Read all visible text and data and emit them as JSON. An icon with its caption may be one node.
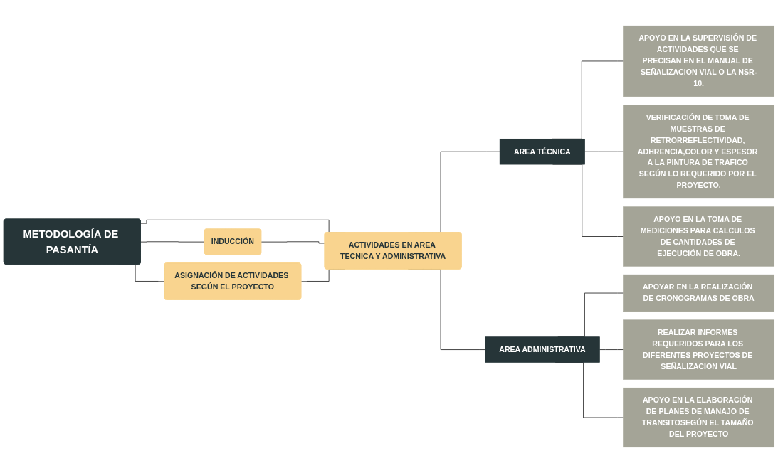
{
  "diagram": {
    "nodes": [
      {
        "text": [
          "METODOLOGÍA DE PASANTÍA"
        ]
      },
      {
        "text": [
          "INDUCCIÓN"
        ]
      },
      {
        "text": [
          "ACTIVIDADES EN AREA TECNICA Y ADMINISTRATIVA"
        ]
      },
      {
        "text": [
          "ASIGNACIÓN DE ACTIVIDADES SEGÚN EL PROYECTO"
        ]
      },
      {
        "text": [
          "AREA TÉCNICA"
        ]
      },
      {
        "text": [
          "AREA ADMINISTRATIVA"
        ]
      },
      {
        "text": [
          "APOYO EN LA SUPERVISIÓN DE ACTIVIDADES QUE SE PRECISAN EN EL MANUAL DE SEÑALIZACION VIAL O LA NSR-10."
        ]
      },
      {
        "text": [
          "VERIFICACIÓN DE TOMA DE MUESTRAS DE RETRORREFLECTIVIDAD, ADHRENCIA,COLOR Y ESPESOR A LA PINTURA DE TRAFICO SEGÚN LO REQUERIDO POR EL PROYECTO."
        ]
      },
      {
        "text": [
          "APOYO EN LA TOMA DE MEDICIONES PARA CALCULOS DE CANTIDADES DE EJECUCIÓN DE OBRA."
        ]
      },
      {
        "text": [
          "APOYAR EN LA REALIZACIÓN DE CRONOGRAMAS DE OBRA"
        ]
      },
      {
        "text": [
          "REALIZAR INFORMES REQUERIDOS PARA LOS DIFERENTES PROYECTOS DE SEÑALIZACION VIAL"
        ]
      },
      {
        "text": [
          "APOYO EN LA ELABORACIÓN DE PLANES DE MANAJO DE TRANSITOSEGÚN EL TAMAÑO DEL PROYECTO"
        ]
      }
    ],
    "edges": [
      {
        "from": 0,
        "to": 1,
        "arrow": "none"
      },
      {
        "from": 0,
        "to": 2,
        "arrow": "none"
      },
      {
        "from": 0,
        "to": 3,
        "arrow": "none"
      },
      {
        "from": 1,
        "to": 2,
        "arrow": "none"
      },
      {
        "from": 3,
        "to": 2,
        "arrow": "none"
      },
      {
        "from": 2,
        "to": 4,
        "arrow": "none"
      },
      {
        "from": 2,
        "to": 5,
        "arrow": "none"
      },
      {
        "from": 4,
        "to": 6,
        "arrow": "none"
      },
      {
        "from": 4,
        "to": 7,
        "arrow": "none"
      },
      {
        "from": 4,
        "to": 8,
        "arrow": "none"
      },
      {
        "from": 5,
        "to": 9,
        "arrow": "none"
      },
      {
        "from": 5,
        "to": 10,
        "arrow": "none"
      },
      {
        "from": 5,
        "to": 11,
        "arrow": "none"
      }
    ]
  }
}
